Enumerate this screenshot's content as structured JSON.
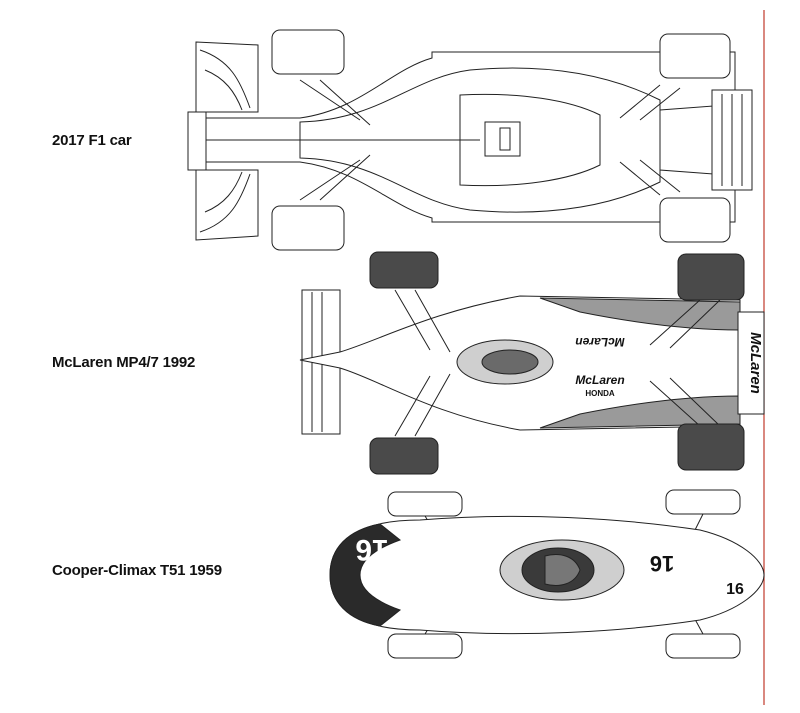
{
  "cars": [
    {
      "id": "f1-2017",
      "label": "2017 F1 car"
    },
    {
      "id": "mclaren",
      "label": "McLaren MP4/7 1992",
      "livery_brand": "McLaren",
      "livery_engine": "HONDA"
    },
    {
      "id": "cooper",
      "label": "Cooper-Climax T51 1959",
      "race_number": "16"
    }
  ],
  "colors": {
    "reference_line": "#c0392b",
    "outline": "#222222",
    "tyre_dark": "#4a4a4a",
    "mclaren_grey": "#9a9a9a"
  }
}
